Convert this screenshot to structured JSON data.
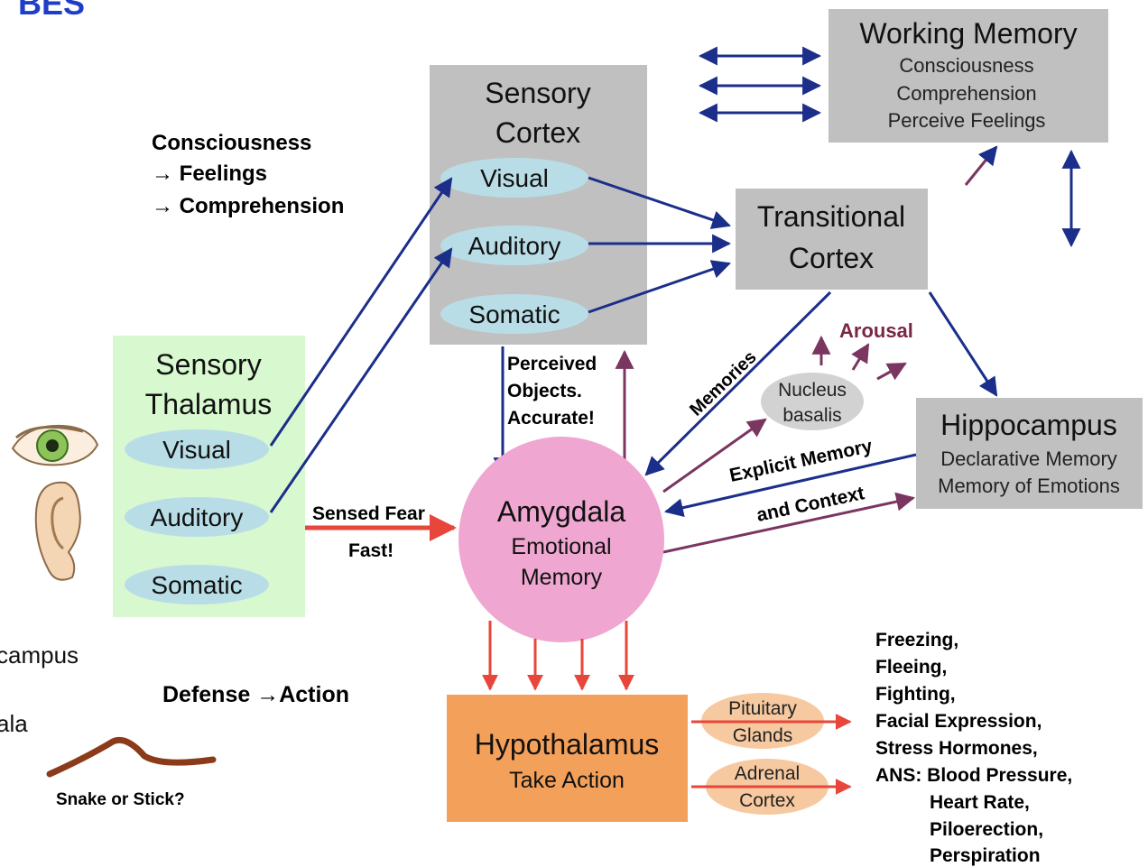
{
  "header_partial": "BES",
  "left_cut_text": {
    "line1": "campus",
    "line2": "ala"
  },
  "nodes": {
    "working_memory": {
      "title": "Working Memory",
      "lines": [
        "Consciousness",
        "Comprehension",
        "Perceive Feelings"
      ]
    },
    "sensory_cortex": {
      "title1": "Sensory",
      "title2": "Cortex",
      "ovals": [
        "Visual",
        "Auditory",
        "Somatic"
      ]
    },
    "transitional_cortex": {
      "title1": "Transitional",
      "title2": "Cortex"
    },
    "sensory_thalamus": {
      "title1": "Sensory",
      "title2": "Thalamus",
      "ovals": [
        "Visual",
        "Auditory",
        "Somatic"
      ]
    },
    "nucleus_basalis": {
      "line1": "Nucleus",
      "line2": "basalis"
    },
    "hippocampus": {
      "title": "Hippocampus",
      "lines": [
        "Declarative Memory",
        "Memory of Emotions"
      ]
    },
    "amygdala": {
      "title": "Amygdala",
      "line2": "Emotional",
      "line3": "Memory"
    },
    "hypothalamus": {
      "title": "Hypothalamus",
      "sub": "Take Action"
    },
    "pituitary": {
      "line1": "Pituitary",
      "line2": "Glands"
    },
    "adrenal": {
      "line1": "Adrenal",
      "line2": "Cortex"
    }
  },
  "labels": {
    "consciousness": [
      "Consciousness",
      "→ Feelings",
      "→ Comprehension"
    ],
    "perceived": [
      "Perceived",
      "Objects.",
      "Accurate!"
    ],
    "sensed_fear": "Sensed Fear",
    "fast": "Fast!",
    "memories": "Memories",
    "arousal": "Arousal",
    "explicit_memory": "Explicit Memory",
    "and_context": "and Context",
    "defense_action": "Defense →Action",
    "snake_or_stick": "Snake or Stick?",
    "responses": [
      "Freezing,",
      "Fleeing,",
      "Fighting,",
      "Facial Expression,",
      "Stress Hormones,",
      "ANS: Blood Pressure,",
      "Heart Rate,",
      "Piloerection,",
      "Perspiration"
    ]
  },
  "colors": {
    "heading_blue": "#1f3ec8",
    "arrow_blue": "#1a2e8a",
    "arrow_purple": "#7a3560",
    "arrow_red": "#e8463a",
    "amygdala_pink": "#efa6d0",
    "hypothalamus_orange": "#f3a05a",
    "thalamus_green": "#d8f8d0",
    "label_maroon": "#7a2646",
    "snake_brown": "#8b3a1a"
  },
  "icons": [
    "eye-icon",
    "ear-icon",
    "snake-stick-icon"
  ]
}
